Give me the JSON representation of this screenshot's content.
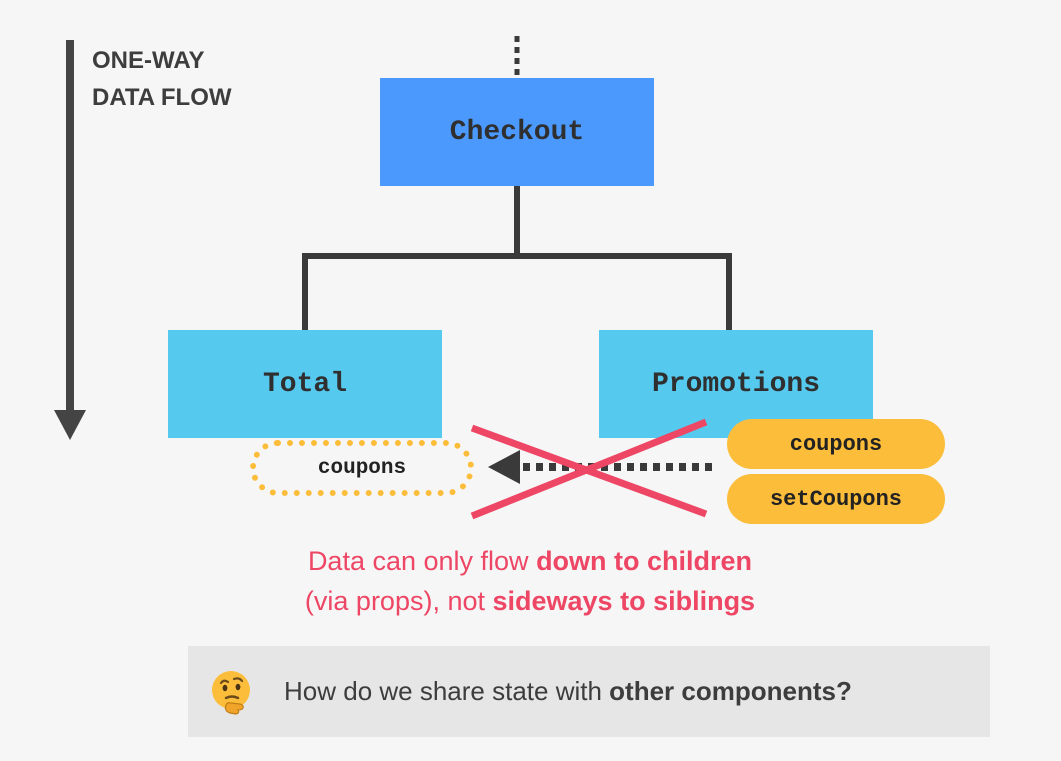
{
  "flow_label": {
    "line1": "ONE-WAY",
    "line2": "DATA FLOW"
  },
  "components": {
    "checkout": "Checkout",
    "total": "Total",
    "promotions": "Promotions"
  },
  "state": {
    "coupons": "coupons",
    "set_coupons": "setCoupons",
    "blocked_prop": "coupons"
  },
  "message": {
    "line1_prefix": "Data can only flow ",
    "line1_bold": "down to children",
    "line2_prefix": "(via props), not ",
    "line2_bold": "sideways to siblings"
  },
  "question": {
    "icon": "thinking-face-icon",
    "prefix": "How do we share state with ",
    "bold": "other components?"
  },
  "colors": {
    "parent_box": "#4b99fd",
    "child_box": "#56c9ee",
    "state_pill": "#fbbd3a",
    "cross": "#ee4665",
    "message": "#ee4665",
    "question_bg": "#e6e6e6"
  }
}
